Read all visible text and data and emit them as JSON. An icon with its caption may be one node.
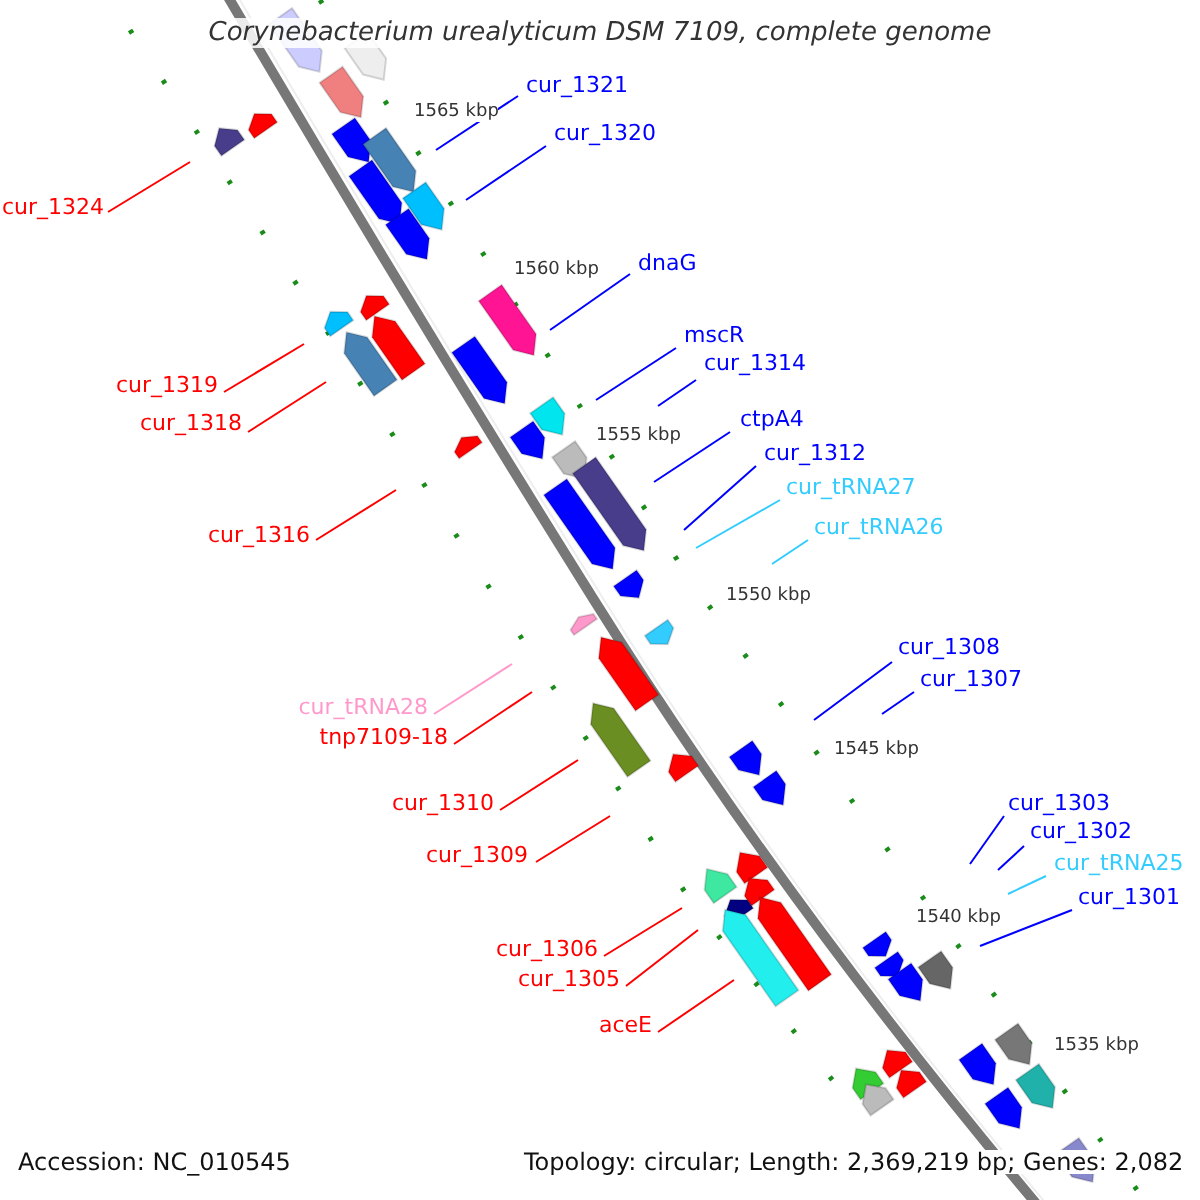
{
  "diagram": {
    "title": "Corynebacterium urealyticum DSM 7109, complete genome",
    "nodes": [
      {
        "text": [
          "cur_1321"
        ]
      },
      {
        "text": [
          "cur_1320"
        ]
      },
      {
        "text": [
          "cur_1324"
        ]
      },
      {
        "text": [
          "dnaG"
        ]
      },
      {
        "text": [
          "mscR"
        ]
      },
      {
        "text": [
          "cur_1314"
        ]
      },
      {
        "text": [
          "cur_1319"
        ]
      },
      {
        "text": [
          "ctpA4"
        ]
      },
      {
        "text": [
          "cur_1318"
        ]
      },
      {
        "text": [
          "cur_1312"
        ]
      },
      {
        "text": [
          "cur_tRNA27"
        ]
      },
      {
        "text": [
          "cur_tRNA26"
        ]
      },
      {
        "text": [
          "cur_1316"
        ]
      },
      {
        "text": [
          "cur_1308"
        ]
      },
      {
        "text": [
          "cur_1307"
        ]
      },
      {
        "text": [
          "cur_tRNA28"
        ]
      },
      {
        "text": [
          "tnp7109-18"
        ]
      },
      {
        "text": [
          "cur_1303"
        ]
      },
      {
        "text": [
          "cur_1310"
        ]
      },
      {
        "text": [
          "cur_1302"
        ]
      },
      {
        "text": [
          "cur_1309"
        ]
      },
      {
        "text": [
          "cur_tRNA25"
        ]
      },
      {
        "text": [
          "cur_1301"
        ]
      },
      {
        "text": [
          "cur_1306"
        ]
      },
      {
        "text": [
          "cur_1305"
        ]
      },
      {
        "text": [
          "aceE"
        ]
      }
    ],
    "edges": [
      {
        "from": 0,
        "to": null,
        "arrow": "none"
      },
      {
        "from": 1,
        "to": null,
        "arrow": "none"
      },
      {
        "from": 2,
        "to": null,
        "arrow": "none",
        "color": "#ff0000"
      },
      {
        "from": 3,
        "to": null,
        "arrow": "none"
      },
      {
        "from": 4,
        "to": null,
        "arrow": "none"
      },
      {
        "from": 5,
        "to": null,
        "arrow": "none"
      },
      {
        "from": 6,
        "to": null,
        "arrow": "none",
        "color": "#ff0000"
      },
      {
        "from": 7,
        "to": null,
        "arrow": "none"
      },
      {
        "from": 8,
        "to": null,
        "arrow": "none",
        "color": "#ff0000"
      },
      {
        "from": 9,
        "to": null,
        "arrow": "none"
      },
      {
        "from": 10,
        "to": null,
        "arrow": "none",
        "color": "#33ccff"
      },
      {
        "from": 11,
        "to": null,
        "arrow": "none",
        "color": "#33ccff"
      },
      {
        "from": 12,
        "to": null,
        "arrow": "none",
        "color": "#ff0000"
      },
      {
        "from": 13,
        "to": null,
        "arrow": "none"
      },
      {
        "from": 14,
        "to": null,
        "arrow": "none"
      },
      {
        "from": 15,
        "to": null,
        "arrow": "none",
        "color": "#ff99cc"
      },
      {
        "from": 16,
        "to": null,
        "arrow": "none",
        "color": "#ff0000"
      },
      {
        "from": 17,
        "to": null,
        "arrow": "none"
      },
      {
        "from": 18,
        "to": null,
        "arrow": "none",
        "color": "#ff0000"
      },
      {
        "from": 19,
        "to": null,
        "arrow": "none"
      },
      {
        "from": 20,
        "to": null,
        "arrow": "none",
        "color": "#ff0000"
      },
      {
        "from": 21,
        "to": null,
        "arrow": "none",
        "color": "#33ccff"
      },
      {
        "from": 22,
        "to": null,
        "arrow": "none"
      },
      {
        "from": 23,
        "to": null,
        "arrow": "none",
        "color": "#ff0000"
      },
      {
        "from": 24,
        "to": null,
        "arrow": "none",
        "color": "#ff0000"
      },
      {
        "from": 25,
        "to": null,
        "arrow": "none",
        "color": "#ff0000"
      }
    ],
    "labels": [
      "1565 kbp",
      "1560 kbp",
      "1555 kbp",
      "1550 kbp",
      "1545 kbp",
      "1540 kbp",
      "1535 kbp",
      "Accession: NC_010545",
      "Topology: circular; Length: 2,369,219 bp; Genes: 2,082"
    ]
  }
}
